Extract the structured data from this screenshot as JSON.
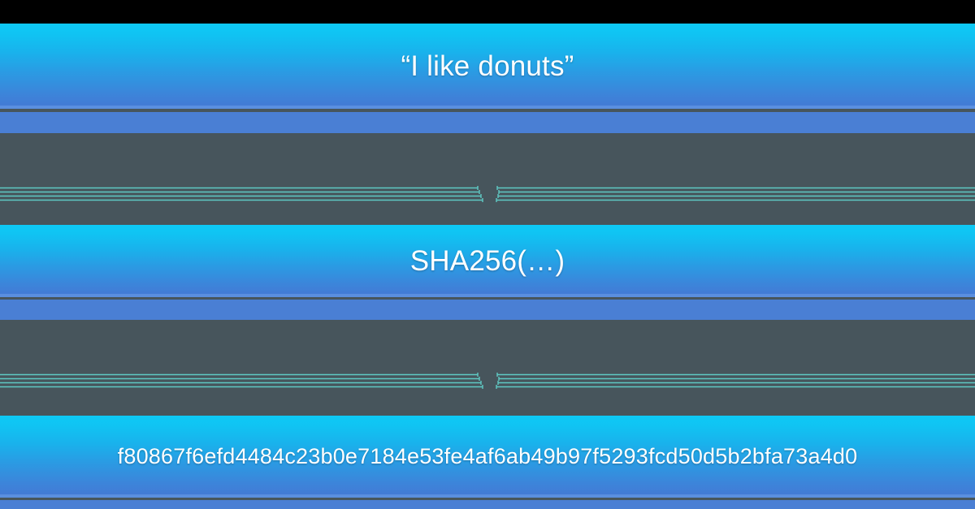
{
  "scene": {
    "type": "hash-flow-diagram",
    "background_color": "#47555c",
    "letterbox_color": "#000000",
    "box_gradient_top": "#0ec9f5",
    "box_gradient_bottom": "#4478d4",
    "reflection_color": "#4a7fd4",
    "arrow_color": "#5fc9c4",
    "text_color": "#ffffff"
  },
  "flow": {
    "steps": [
      {
        "id": "plaintext",
        "name": "input-message-box",
        "label": "“I like donuts”"
      },
      {
        "id": "function",
        "name": "hash-function-box",
        "label": "SHA256(…)"
      },
      {
        "id": "digest",
        "name": "hash-digest-box",
        "label": "f80867f6efd4484c23b0e7184e53fe4af6ab49b97f5293fcd50d5b2bfa73a4d0"
      }
    ],
    "connectors": [
      {
        "id": "arrow-1",
        "name": "arrow-input-to-function",
        "direction": "down"
      },
      {
        "id": "arrow-2",
        "name": "arrow-function-to-digest",
        "direction": "down"
      }
    ]
  }
}
